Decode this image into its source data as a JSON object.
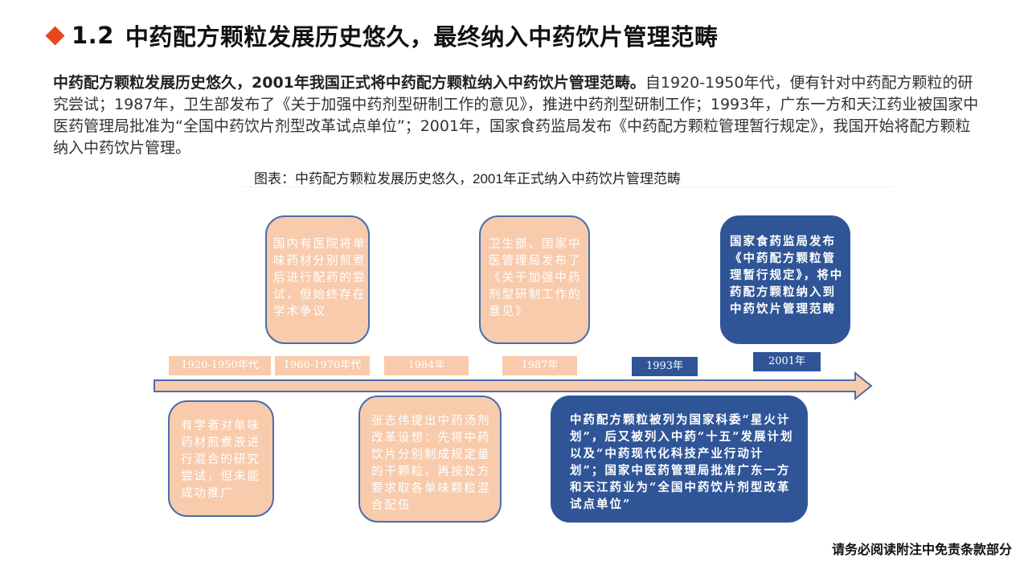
{
  "header": {
    "number": "1.2",
    "title": "中药配方颗粒发展历史悠久，最终纳入中药饮片管理范畴",
    "accent_color": "#e8481c"
  },
  "intro": {
    "bold": "中药配方颗粒发展历史悠久，2001年我国正式将中药配方颗粒纳入中药饮片管理范畴。",
    "body": "自1920-1950年代，便有针对中药配方颗粒的研究尝试；1987年，卫生部发布了《关于加强中药剂型研制工作的意见》，推进中药剂型研制工作；1993年，广东一方和天江药业被国家中医药管理局批准为“全国中药饮片剂型改革试点单位”；2001年，国家食药监局发布《中药配方颗粒管理暂行规定》，我国开始将配方颗粒纳入中药饮片管理。"
  },
  "figure": {
    "caption": "图表：中药配方颗粒发展历史悠久，2001年正式纳入中药饮片管理范畴",
    "colors": {
      "pink": "#f8cbad",
      "blue": "#2f5597",
      "border": "#4a6ea9"
    },
    "timeline": [
      {
        "label": "1920-1950年代",
        "style": "pink",
        "event": "有学者对单味药材煎煮液进行混合的研究尝试，但未能成功推广",
        "position": "below"
      },
      {
        "label": "1960-1970年代",
        "style": "pink",
        "event": "国内有医院将单味药材分别煎煮后进行配药的尝试，但始终存在学术争议",
        "position": "above"
      },
      {
        "label": "1984年",
        "style": "pink",
        "event": "张志伟提出中药汤剂改革设想：先将中药饮片分别制成规定量的干颗粒，再按处方要求取各单味颗粒混合配伍",
        "position": "below"
      },
      {
        "label": "1987年",
        "style": "pink",
        "event": "卫生部、国家中医管理局发布了《关于加强中药剂型研制工作的意见》",
        "position": "above"
      },
      {
        "label": "1993年",
        "style": "blue",
        "event": "中药配方颗粒被列为国家科委“星火计划”，后又被列入中药“十五”发展计划以及“中药现代化科技产业行动计划”；国家中医药管理局批准广东一方和天江药业为“全国中药饮片剂型改革试点单位”",
        "position": "below"
      },
      {
        "label": "2001年",
        "style": "blue",
        "event": "国家食药监局发布《中药配方颗粒管理暂行规定》，将中药配方颗粒纳入到中药饮片管理范畴",
        "position": "above"
      }
    ]
  },
  "footer": {
    "disclaimer": "请务必阅读附注中免责条款部分"
  }
}
